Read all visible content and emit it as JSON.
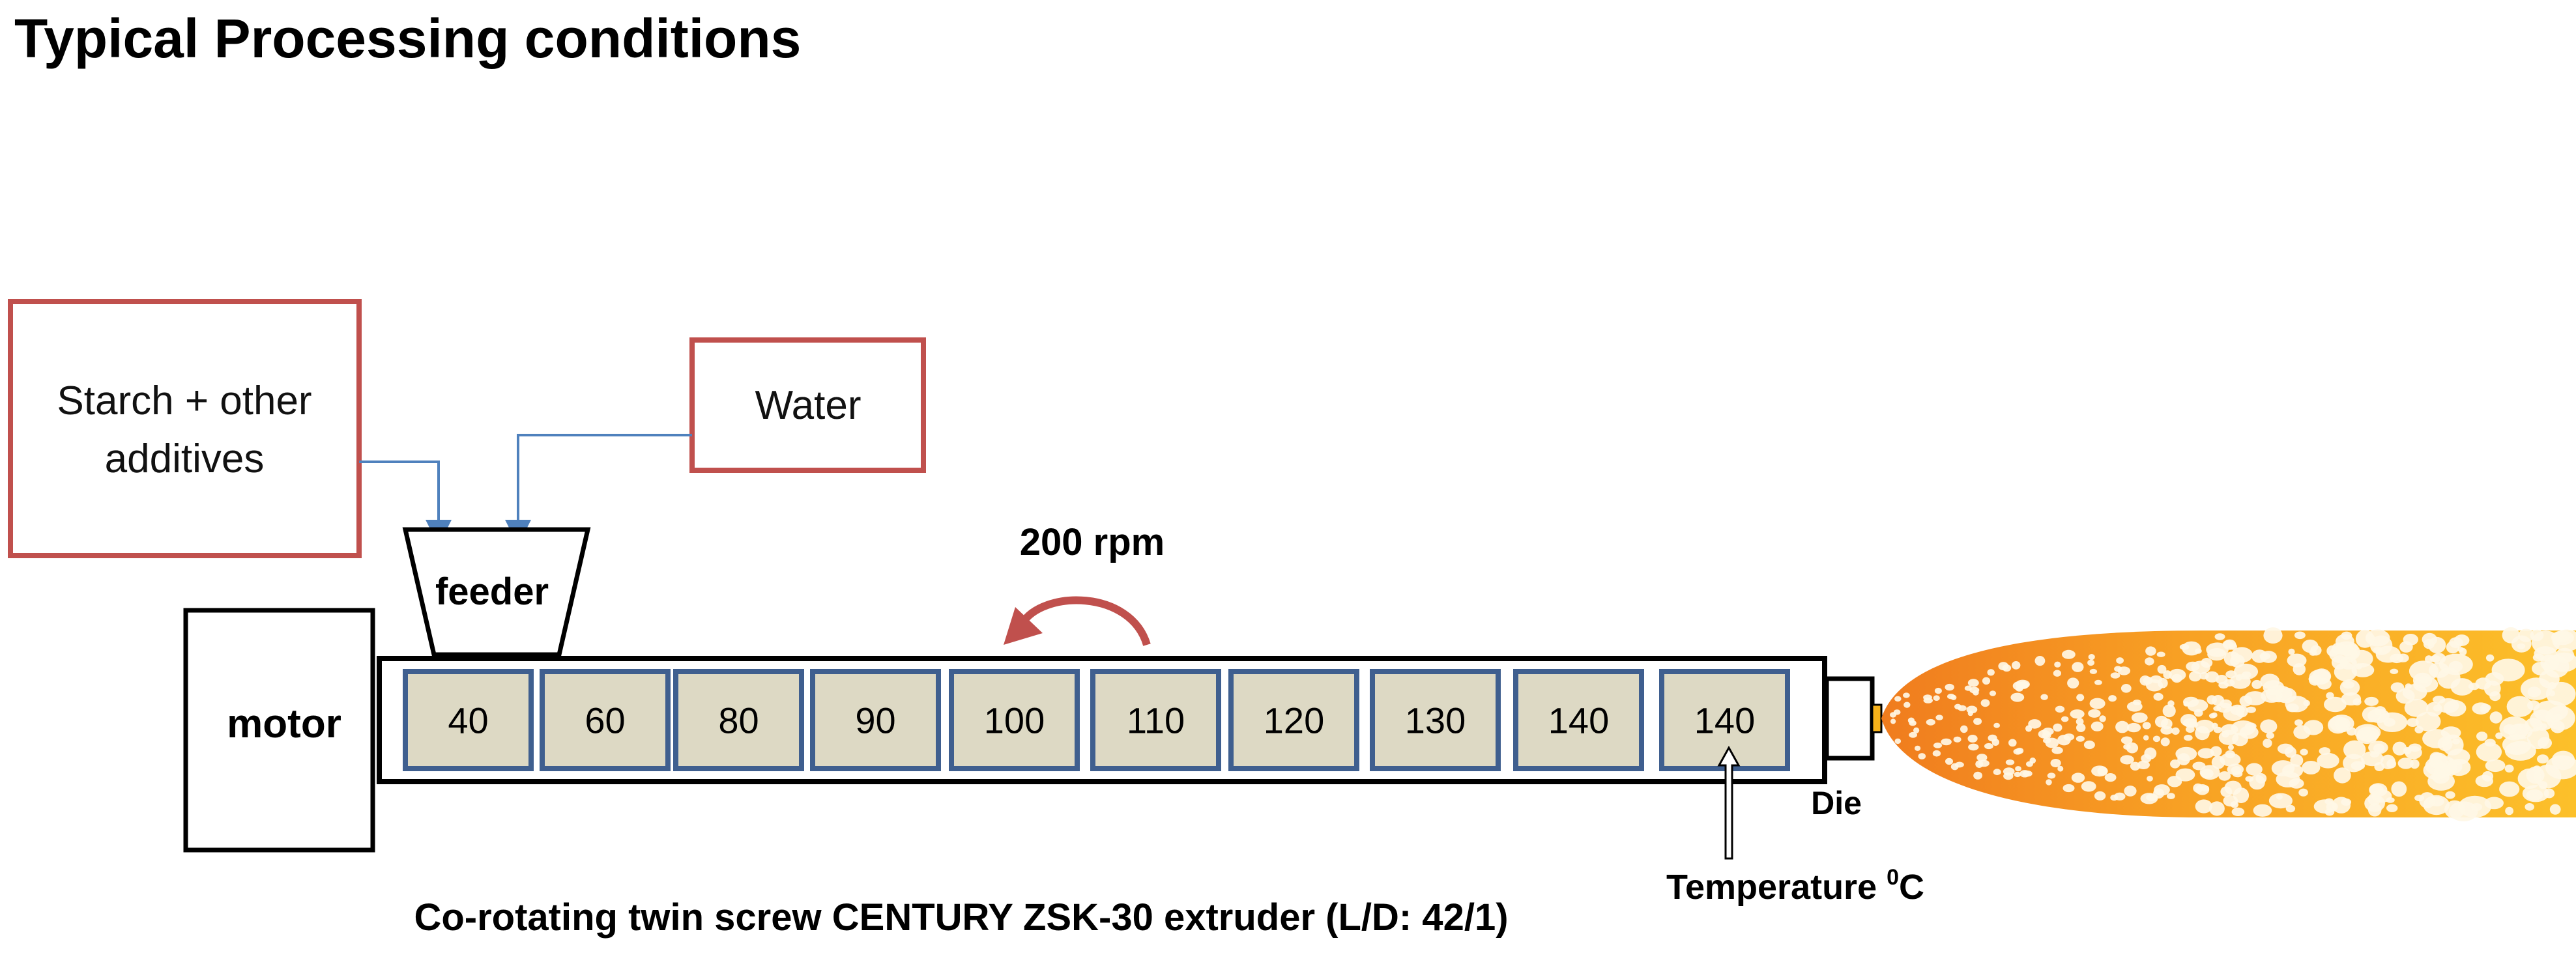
{
  "title": "Typical Processing conditions",
  "inputs": {
    "starch": {
      "line1": "Starch + other",
      "line2": "additives"
    },
    "water": "Water"
  },
  "feeder_label": "feeder",
  "motor_label": "motor",
  "screw_speed": "200 rpm",
  "zones": [
    "40",
    "60",
    "80",
    "90",
    "100",
    "110",
    "120",
    "130",
    "140",
    "140"
  ],
  "die_label": "Die",
  "temperature_label": {
    "text": "Temperature ",
    "unit_sup": "0",
    "unit": "C"
  },
  "caption": "Co-rotating twin screw CENTURY ZSK-30 extruder (L/D: 42/1)",
  "colors": {
    "input_box_border": "#c0504d",
    "zone_fill": "#ddd9c4",
    "zone_border": "#3f5f8f",
    "feed_lines": "#4f81bd",
    "rotation_arrow": "#c0504d",
    "extrudate_orange": "#f07c1e",
    "extrudate_yellow": "#fcc02a"
  }
}
